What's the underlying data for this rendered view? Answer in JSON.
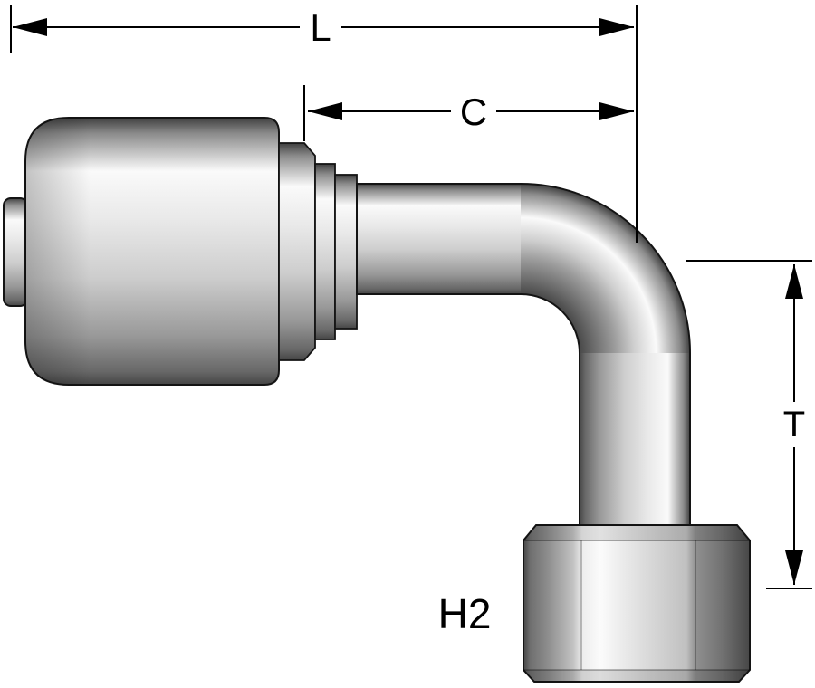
{
  "diagram": {
    "labels": {
      "overall_length": "L",
      "cutoff_length": "C",
      "drop_length": "T",
      "hex_size": "H2"
    },
    "colors": {
      "background": "#ffffff",
      "line": "#000000",
      "metal_highlight": "#fafafa",
      "metal_mid": "#cdcdcd",
      "metal_dark": "#454545"
    }
  }
}
